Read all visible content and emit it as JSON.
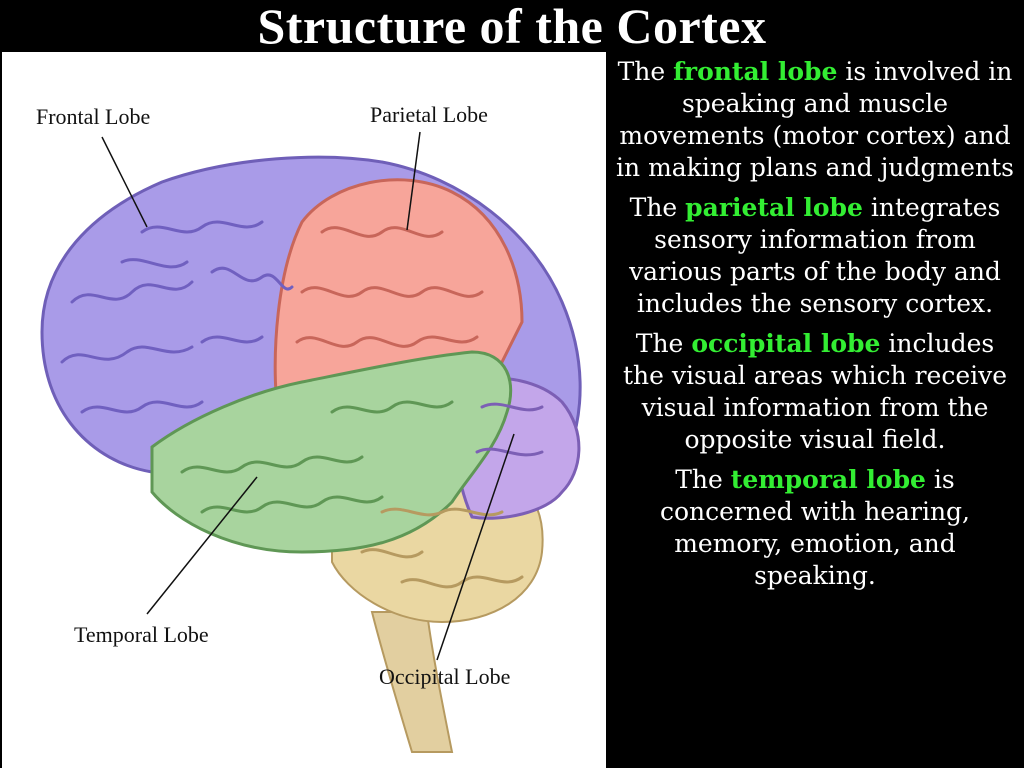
{
  "title": "Structure of the Cortex",
  "labels": {
    "frontal": "Frontal Lobe",
    "parietal": "Parietal Lobe",
    "temporal": "Temporal Lobe",
    "occipital": "Occipital Lobe"
  },
  "descriptions": [
    {
      "prefix": "The ",
      "term": "frontal lobe",
      "suffix": " is involved in speaking and muscle movements (motor cortex) and in making plans and judgments"
    },
    {
      "prefix": "The ",
      "term": "parietal lobe",
      "suffix": " integrates sensory information from various parts of the body and includes the sensory cortex."
    },
    {
      "prefix": "The ",
      "term": "occipital lobe",
      "suffix": " includes the visual areas which receive visual information from the opposite visual field."
    },
    {
      "prefix": "The ",
      "term": "temporal lobe",
      "suffix": " is concerned with hearing, memory, emotion, and speaking."
    }
  ],
  "colors": {
    "frontal": "#a99be8",
    "parietal": "#f7a59a",
    "temporal": "#a8d49e",
    "occipital": "#c3a6ea",
    "cerebellum": "#ead7a2",
    "term_highlight": "#33ee33"
  }
}
